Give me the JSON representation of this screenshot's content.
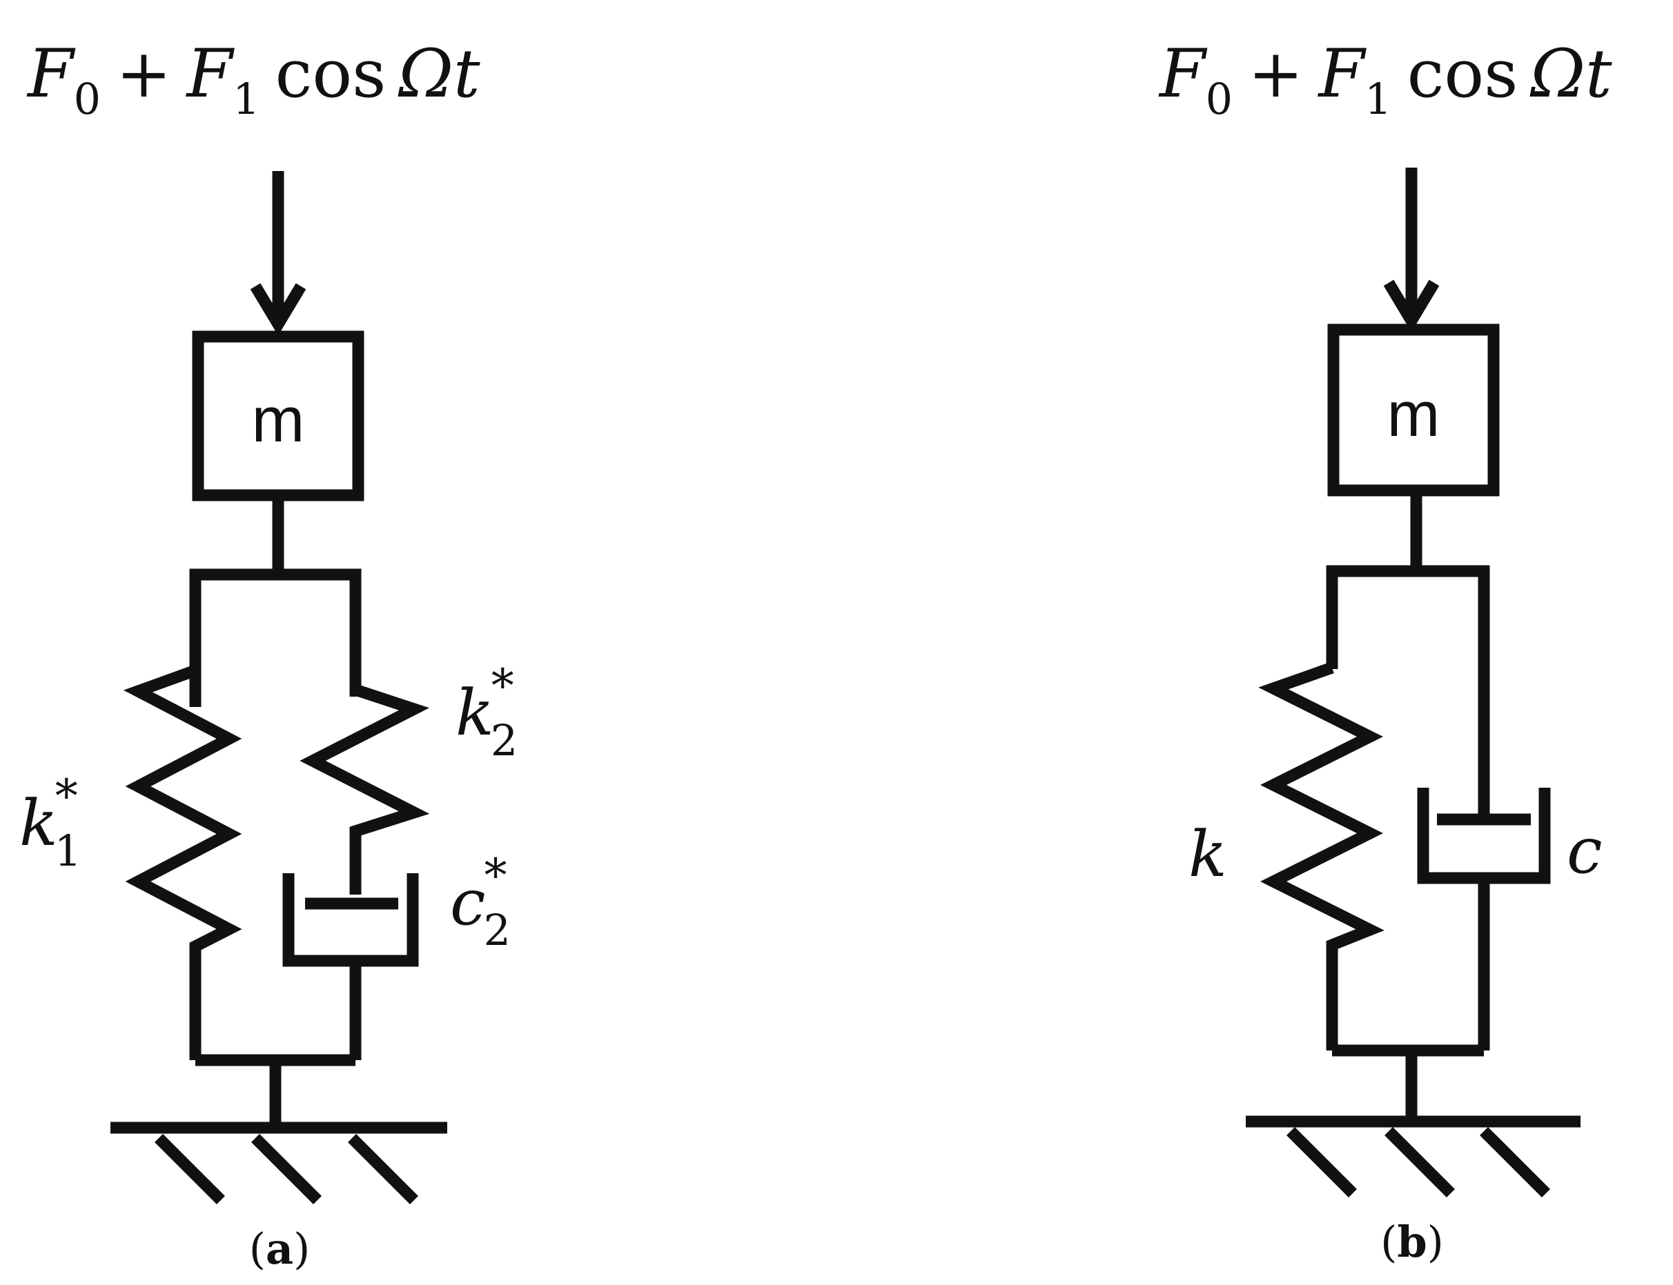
{
  "panels": [
    {
      "id": "a",
      "force": {
        "F": "F",
        "sub0": "0",
        "plus": "+",
        "sub1": "1",
        "cos": "cos",
        "omega_t": "Ωt"
      },
      "mass_label": "m",
      "spring_left": {
        "base": "k",
        "sub": "1",
        "sup": "*"
      },
      "spring_right": {
        "base": "k",
        "sub": "2",
        "sup": "*"
      },
      "damper": {
        "base": "c",
        "sub": "2",
        "sup": "*"
      },
      "caption": {
        "open": "(",
        "letter": "a",
        "close": ")"
      }
    },
    {
      "id": "b",
      "force": {
        "F": "F",
        "sub0": "0",
        "plus": "+",
        "sub1": "1",
        "cos": "cos",
        "omega_t": "Ωt"
      },
      "mass_label": "m",
      "spring": {
        "base": "k"
      },
      "damper": {
        "base": "c"
      },
      "caption": {
        "open": "(",
        "letter": "b",
        "close": ")"
      }
    }
  ]
}
